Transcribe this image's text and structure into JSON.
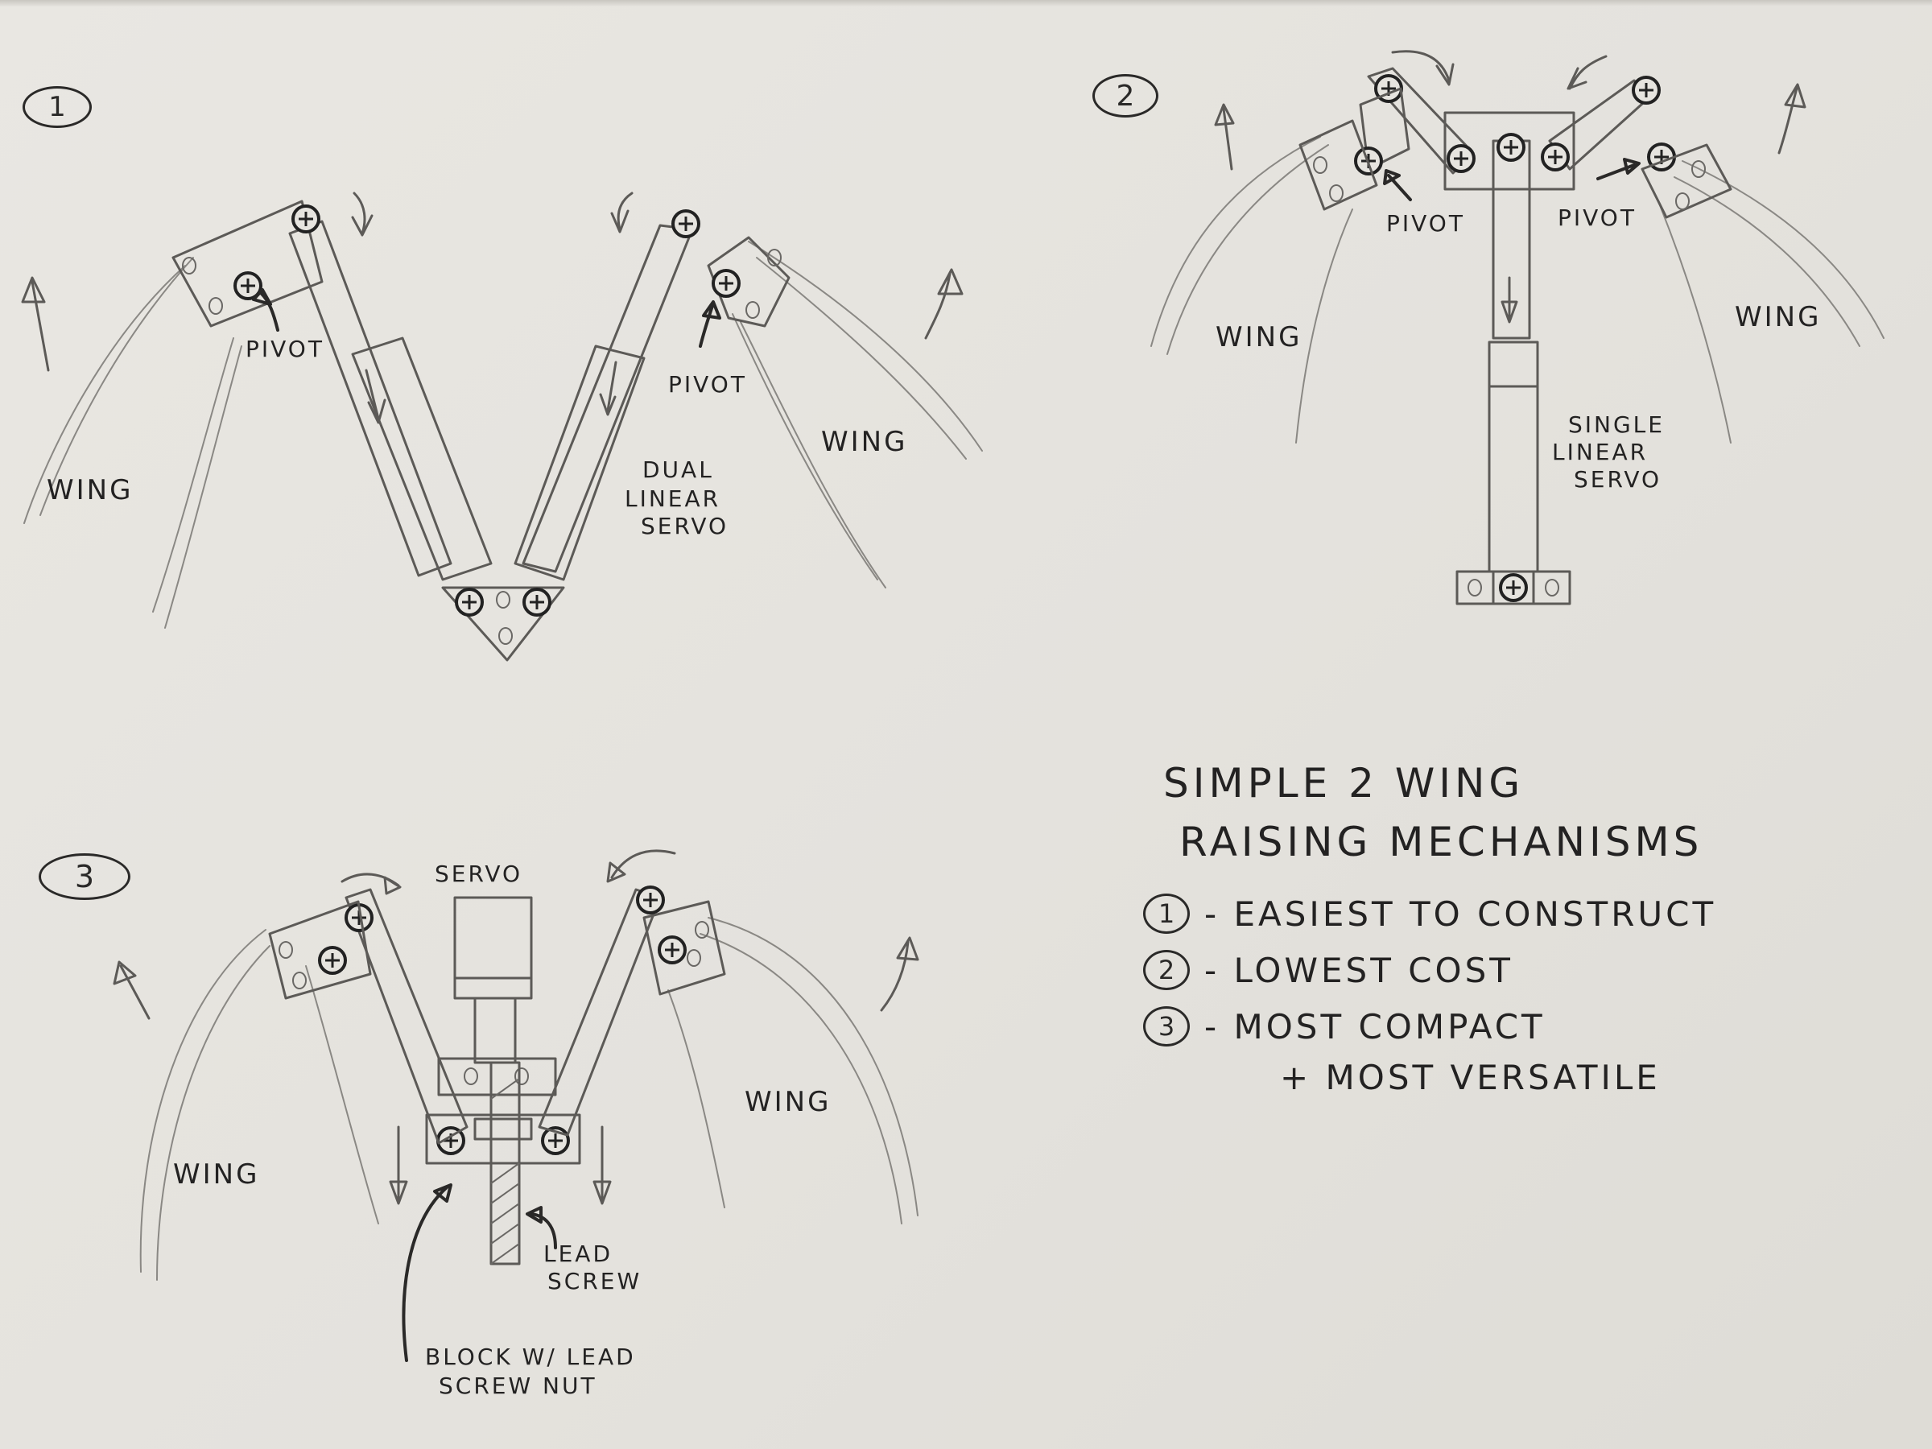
{
  "title": {
    "line1": "Simple 2 Wing",
    "line2": "Raising Mechanisms"
  },
  "mechanisms": [
    {
      "number": "1",
      "labels": {
        "wing_left": "Wing",
        "wing_right": "Wing",
        "pivot_left": "Pivot",
        "pivot_right": "Pivot",
        "actuator_line1": "Dual",
        "actuator_line2": "Linear",
        "actuator_line3": "Servo"
      }
    },
    {
      "number": "2",
      "labels": {
        "wing_left": "Wing",
        "wing_right": "Wing",
        "pivot_left": "Pivot",
        "pivot_right": "Pivot",
        "actuator_line1": "Single",
        "actuator_line2": "Linear",
        "actuator_line3": "Servo"
      }
    },
    {
      "number": "3",
      "labels": {
        "wing_left": "Wing",
        "wing_right": "Wing",
        "servo": "Servo",
        "lead_screw_line1": "Lead",
        "lead_screw_line2": "Screw",
        "block_line1": "Block w/ Lead",
        "block_line2": "Screw Nut"
      }
    }
  ],
  "notes": [
    {
      "number": "1",
      "text": "- Easiest to construct"
    },
    {
      "number": "2",
      "text": "- Lowest cost"
    },
    {
      "number": "3",
      "text": "- Most compact",
      "continuation": "+ Most versatile"
    }
  ],
  "colors": {
    "paper": "#e6e4df",
    "pencil": "#5c5a57",
    "ink": "#2a2928"
  }
}
